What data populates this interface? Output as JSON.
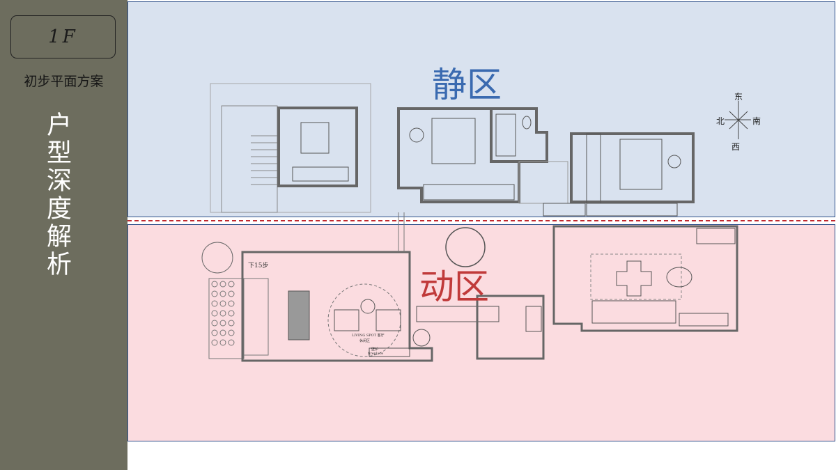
{
  "sidebar": {
    "floor_badge": "1F",
    "plan_label": "初步平面方案",
    "section_title": "户型深度解析"
  },
  "zones": {
    "quiet_label": "静区",
    "active_label": "动区"
  },
  "compass": {
    "east": "东",
    "south": "南",
    "north": "北",
    "west": "西"
  },
  "plan": {
    "stair_note": "下15步",
    "fireplace_cn": "壁炉",
    "fireplace_en": "fireplace",
    "living_label": "LIVING SPOT 客厅",
    "leisure_label": "休闲区"
  },
  "colors": {
    "sidebar": "#6d6d5e",
    "quiet_zone": "#d9e2ef",
    "active_zone": "#fbdce0",
    "quiet_text": "#3a6ab0",
    "active_text": "#c03a3a"
  }
}
